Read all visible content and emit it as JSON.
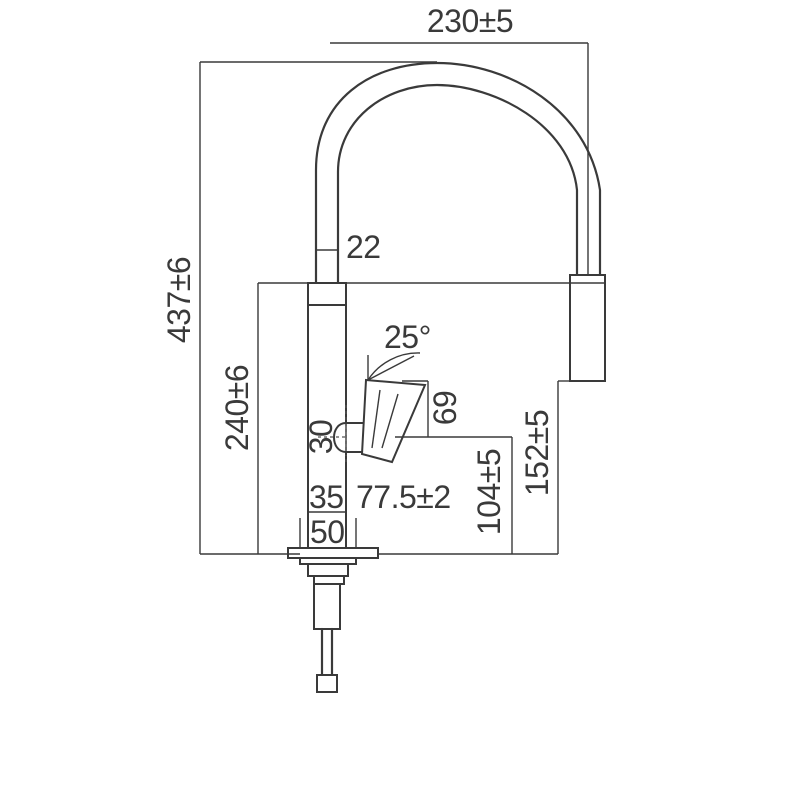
{
  "drawing": {
    "title": "",
    "colors": {
      "line": "#3a3a3a",
      "background": "#ffffff"
    },
    "dimensions": {
      "overall_reach": "230±5",
      "overall_height": "437±6",
      "spout_diameter": "22",
      "body_height": "240±6",
      "lever_angle": "25°",
      "lever_length": "69",
      "lever_diameter": "30",
      "outlet_height": "152±5",
      "lever_height": "104±5",
      "body_diameter_inner": "35",
      "lever_offset": "77.5±2",
      "base_diameter": "50"
    }
  }
}
